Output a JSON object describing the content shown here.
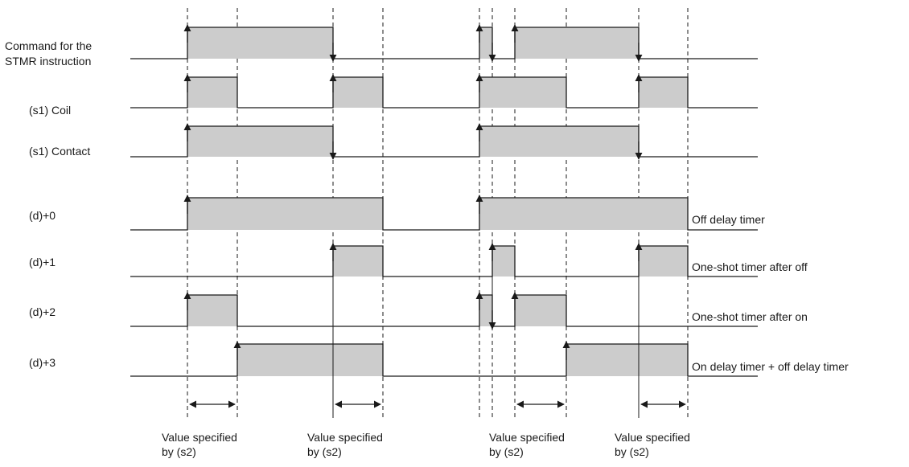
{
  "signal_labels": {
    "command_line1": "Command for the",
    "command_line2": "STMR instruction",
    "s1_coil": "(s1)  Coil",
    "s1_contact": "(s1)  Contact",
    "d0": "(d)+0",
    "d1": "(d)+1",
    "d2": "(d)+2",
    "d3": "(d)+3"
  },
  "right_labels": {
    "d0": "Off delay timer",
    "d1": "One-shot timer after off",
    "d2": "One-shot timer after on",
    "d3": "On delay timer + off delay timer"
  },
  "bottom_labels": [
    {
      "line1": "Value specified",
      "line2": "by (s2)"
    },
    {
      "line1": "Value specified",
      "line2": "by (s2)"
    },
    {
      "line1": "Value specified",
      "line2": "by (s2)"
    },
    {
      "line1": "Value specified",
      "line2": "by (s2)"
    }
  ],
  "colors": {
    "high_fill": "#cccccc",
    "line": "#1a1a1a"
  }
}
